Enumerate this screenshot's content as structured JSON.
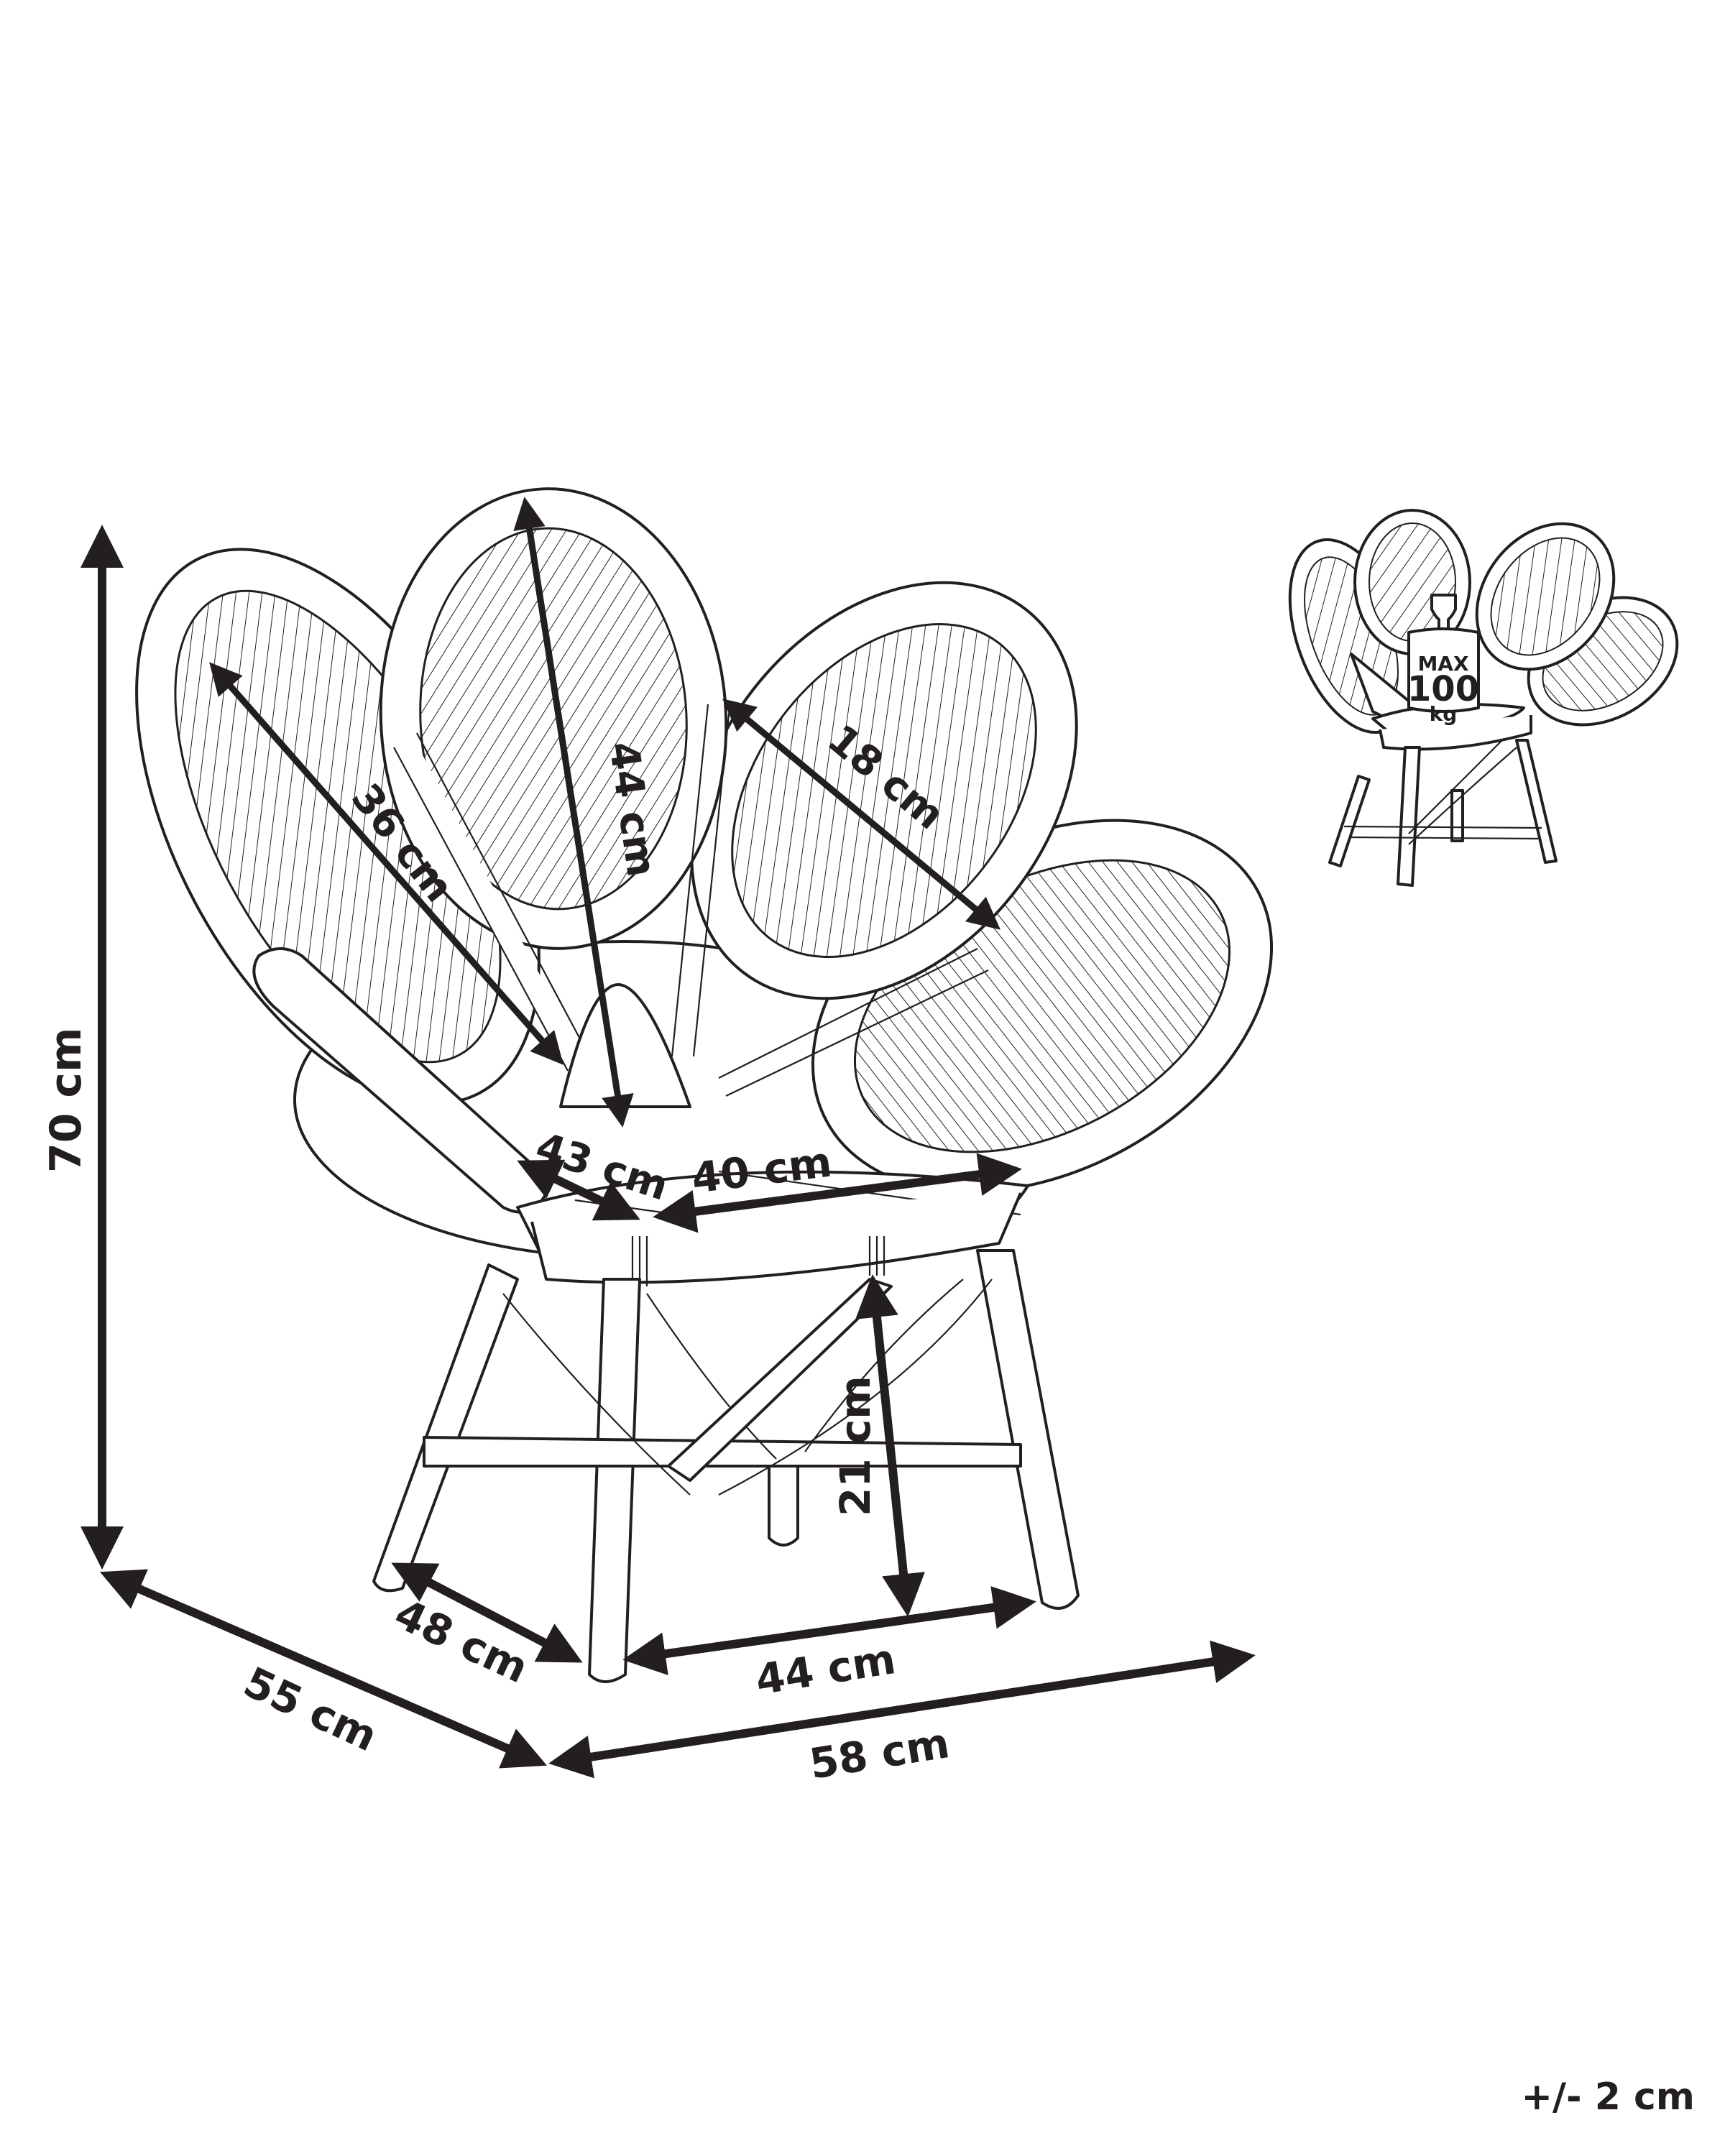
{
  "diagram": {
    "type": "product-dimension-drawing",
    "subject": "rattan flower-shaped armchair",
    "line_color": "#231f20",
    "background": "#ffffff",
    "dimensions": {
      "total_height": "70 cm",
      "depth": "55 cm",
      "width": "58 cm",
      "leg_depth": "48 cm",
      "leg_width": "44 cm",
      "seat_height": "21 cm",
      "seat_width": "40 cm",
      "seat_depth": "43 cm",
      "left_petal": "36 cm",
      "center_petal": "44 cm",
      "right_petal": "18 cm"
    },
    "weight_badge": {
      "line1": "MAX",
      "line2": "100",
      "line3": "kg"
    },
    "tolerance": "+/- 2 cm"
  }
}
